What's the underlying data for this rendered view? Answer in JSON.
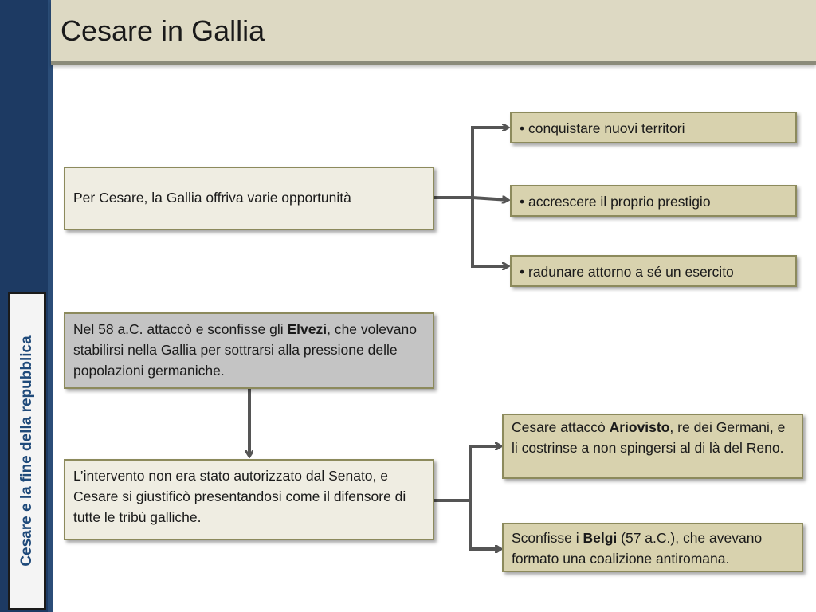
{
  "slide": {
    "title": "Cesare in Gallia",
    "section_label": "Cesare e la fine della repubblica"
  },
  "diagram": {
    "main_box": "Per Cesare, la Gallia offriva varie opportunità",
    "opportunities": [
      "• conquistare nuovi territori",
      "• accrescere il proprio prestigio",
      "• radunare attorno a sé un esercito"
    ],
    "helvetii_box": {
      "before": "Nel 58 a.C. attaccò e sconfisse gli ",
      "bold": "Elvezi",
      "after": ", che volevano stabilirsi nella Gallia per sottrarsi alla pressione delle popolazioni germaniche."
    },
    "intervention_box": "L’intervento non era stato autorizzato dal Senato, e Cesare si giustificò presentandosi come il difensore di tutte le tribù galliche.",
    "ariovisto_box": {
      "before": "Cesare attaccò ",
      "bold": "Ariovisto",
      "after": ", re dei Germani, e li costrinse a non spingersi al di là del Reno."
    },
    "belgi_box": {
      "before": "Sconfisse i ",
      "bold": "Belgi",
      "after": " (57 a.C.), che avevano formato una coalizione antiromana."
    }
  }
}
